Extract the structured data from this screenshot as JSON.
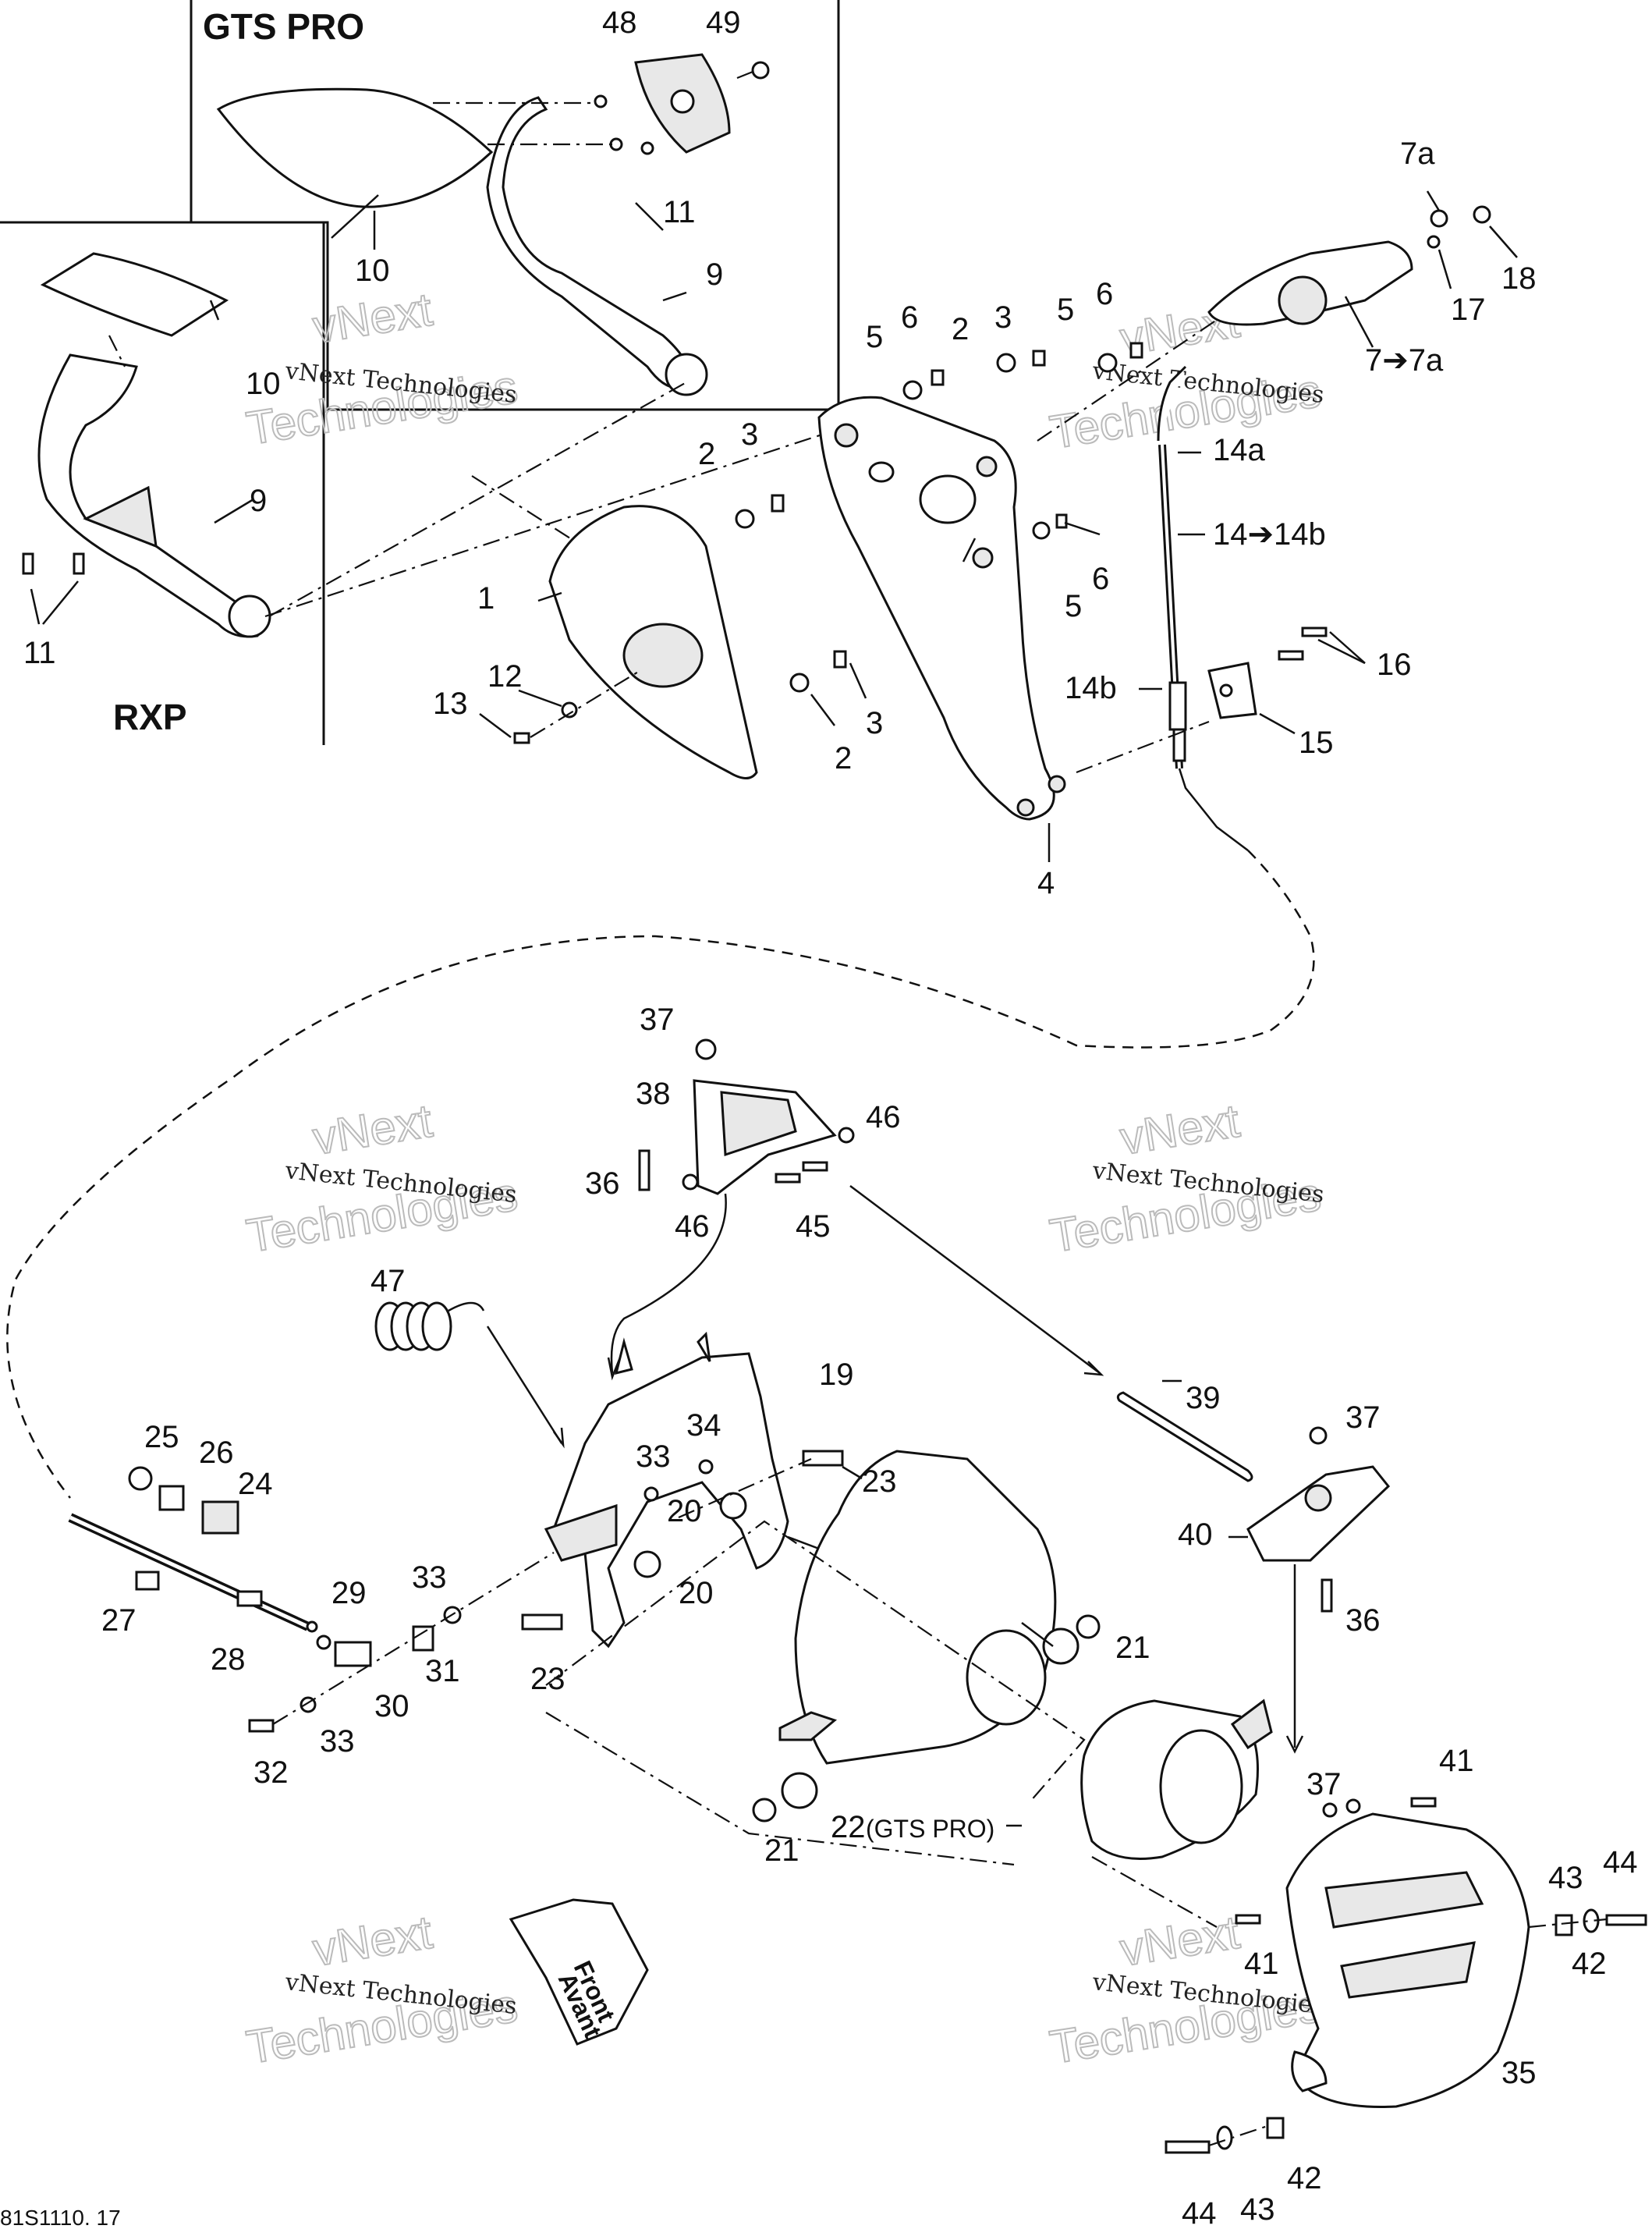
{
  "insets": {
    "gts_pro_title": "GTS PRO",
    "rxp_title": "RXP"
  },
  "watermark": {
    "line1": "vNext Technologies",
    "big_a": "vNext",
    "big_b": "Technologies"
  },
  "front_arrow": {
    "line1": "Front",
    "line2": "Avant"
  },
  "footer_code": "81S1110. 17",
  "callouts": {
    "c48": "48",
    "c49": "49",
    "c11a": "11",
    "c10a": "10",
    "c9a": "9",
    "c10b": "10",
    "c9b": "9",
    "c11b": "11",
    "c7a": "7a",
    "c18": "18",
    "c17": "17",
    "c7to7a": "7➔7a",
    "c5a": "5",
    "c6a": "6",
    "c2a": "2",
    "c3a": "3",
    "c5b": "5",
    "c6b": "6",
    "c14a": "14a",
    "c14to14b": "14➔14b",
    "c2b": "2",
    "c3b": "3",
    "c1": "1",
    "c6c": "6",
    "c5c": "5",
    "c12": "12",
    "c13": "13",
    "c3c": "3",
    "c2c": "2",
    "c16": "16",
    "c14b": "14b",
    "c15": "15",
    "c4": "4",
    "c37a": "37",
    "c38": "38",
    "c46a": "46",
    "c36a": "36",
    "c46b": "46",
    "c45": "45",
    "c47": "47",
    "c19": "19",
    "c34": "34",
    "c33a": "33",
    "c23a": "23",
    "c20a": "20",
    "c20b": "20",
    "c25": "25",
    "c26": "26",
    "c24": "24",
    "c39": "39",
    "c37b": "37",
    "c40": "40",
    "c36b": "36",
    "c33b": "33",
    "c29": "29",
    "c27": "27",
    "c28": "28",
    "c31": "31",
    "c30": "30",
    "c23b": "23",
    "c33c": "33",
    "c32": "32",
    "c21a": "21",
    "c22": "22",
    "c22note": "(GTS PRO)",
    "c21b": "21",
    "c41a": "41",
    "c37c": "37",
    "c44a": "44",
    "c43a": "43",
    "c42a": "42",
    "c41b": "41",
    "c35": "35",
    "c42b": "42",
    "c43b": "43",
    "c44b": "44"
  }
}
